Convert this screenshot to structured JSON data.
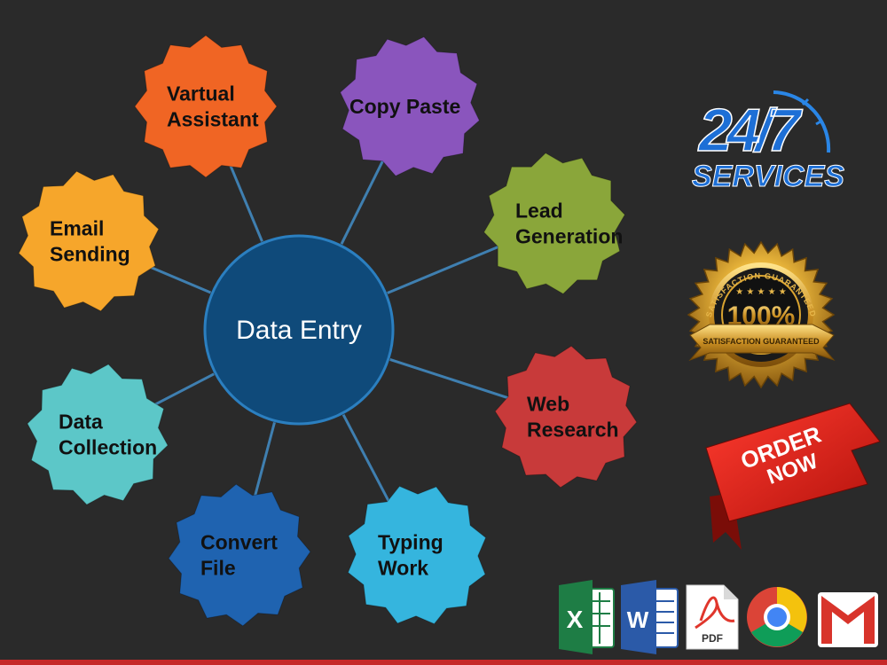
{
  "center": {
    "label": "Data Entry",
    "color": "#0f4a7a"
  },
  "services": [
    {
      "lines": [
        "Vartual",
        "Assistant"
      ],
      "color": "#f06524"
    },
    {
      "lines": [
        "Copy Paste"
      ],
      "color": "#8a55bd"
    },
    {
      "lines": [
        "Lead",
        "Generation"
      ],
      "color": "#8aa63a"
    },
    {
      "lines": [
        "Web",
        "Research"
      ],
      "color": "#c83a3a"
    },
    {
      "lines": [
        "Typing",
        "Work"
      ],
      "color": "#35b5de"
    },
    {
      "lines": [
        "Convert",
        "File"
      ],
      "color": "#1f63b0"
    },
    {
      "lines": [
        "Data",
        "Collection"
      ],
      "color": "#5cc7c8"
    },
    {
      "lines": [
        "Email",
        "Sending"
      ],
      "color": "#f6a62b"
    }
  ],
  "badge_247": {
    "number": "24/7",
    "text": "SERVICES",
    "color": "#1d6fd6"
  },
  "seal": {
    "value": "100%",
    "ring_text": "SATISFACTION GUARANTEED",
    "ribbon_text": "SATISFACTION GUARANTEED"
  },
  "order": {
    "line1": "ORDER",
    "line2": "NOW"
  },
  "app_icons": [
    {
      "icon": "excel-icon",
      "letter": "X",
      "color": "#1e7d45"
    },
    {
      "icon": "word-icon",
      "letter": "W",
      "color": "#2b5aa8"
    },
    {
      "icon": "pdf-icon",
      "label": "PDF",
      "color": "#e0362c"
    },
    {
      "icon": "chrome-icon"
    },
    {
      "icon": "gmail-icon",
      "color": "#d8342b"
    }
  ]
}
